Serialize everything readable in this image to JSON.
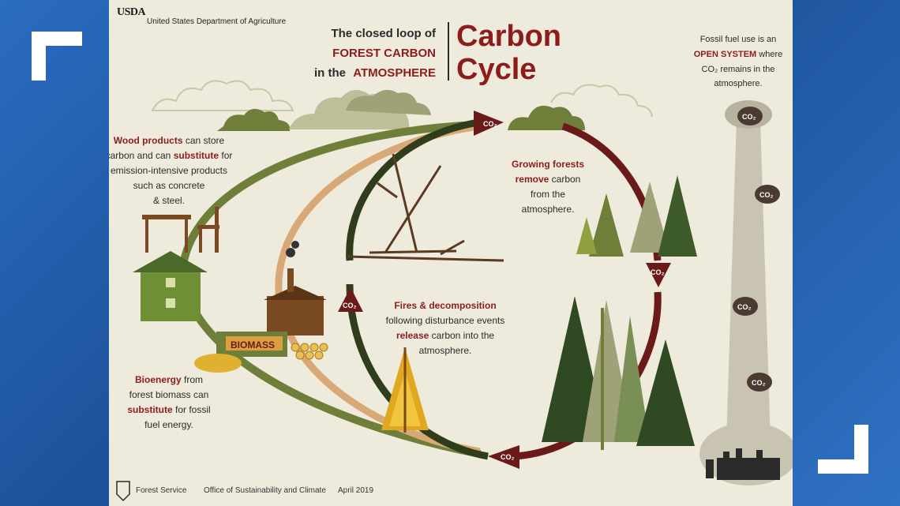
{
  "header": {
    "usda_logo": "USDA",
    "usda_name": "United States Department of Agriculture",
    "title_line1": "The closed loop of",
    "title_line2": "FOREST CARBON",
    "title_line3_a": "in the",
    "title_line3_b": "ATMOSPHERE",
    "big_title_1": "Carbon",
    "big_title_2": "Cycle"
  },
  "fossil": {
    "line1": "Fossil fuel use is an",
    "line2_a": "OPEN SYSTEM",
    "line2_b": " where",
    "line3": "CO₂ remains in the",
    "line4": "atmosphere.",
    "co2_labels": [
      "CO₂",
      "CO₂",
      "CO₂",
      "CO₂"
    ]
  },
  "wood": {
    "line1_a": "Wood products",
    "line1_b": " can store",
    "line2_a": "carbon and can ",
    "line2_b": "substitute",
    "line2_c": " for",
    "line3": "emission-intensive products",
    "line4": "such as concrete",
    "line5": "& steel."
  },
  "growing": {
    "line1": "Growing forests",
    "line2_a": "remove",
    "line2_b": " carbon",
    "line3": "from the",
    "line4": "atmosphere."
  },
  "fires": {
    "line1": "Fires & decomposition",
    "line2": "following disturbance events",
    "line3_a": "release",
    "line3_b": " carbon into the",
    "line4": "atmosphere."
  },
  "bio": {
    "line1_a": "Bioenergy",
    "line1_b": " from",
    "line2": "forest biomass can",
    "line3_a": "substitute",
    "line3_b": " for fossil",
    "line4": "fuel energy."
  },
  "cycle_labels": {
    "co2_top": "CO₂",
    "co2_right": "CO₂",
    "co2_left": "CO₂",
    "co2_bottom": "CO₂",
    "biomass": "BIOMASS"
  },
  "footer": {
    "agency": "Forest Service",
    "office": "Office of Sustainability and Climate",
    "date": "April 2019"
  },
  "colors": {
    "dark_red": "#8b1d1d",
    "dark_green": "#2f3d1c",
    "olive": "#6f7f3a",
    "tan": "#d8a876"
  }
}
